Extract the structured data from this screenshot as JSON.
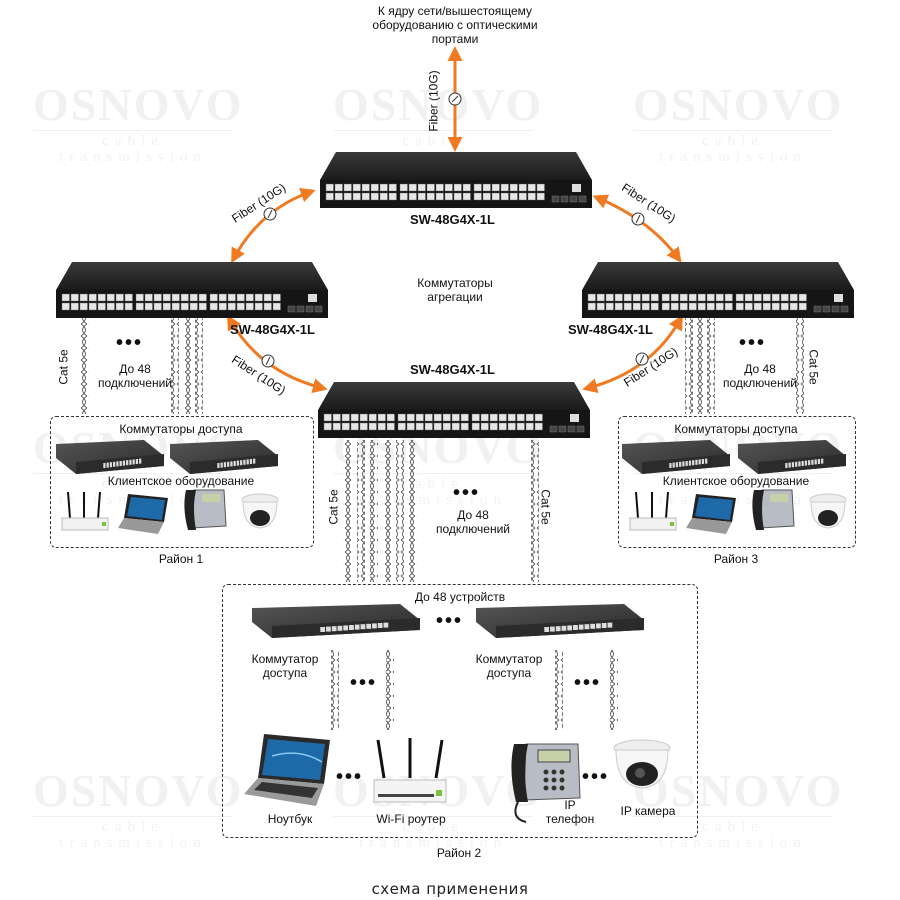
{
  "watermark": {
    "main": "OSNOVO",
    "sub": "cable transmission"
  },
  "top_label": [
    "К ядру сети/вышестоящему",
    "оборудованию с оптическими",
    "портами"
  ],
  "fiber_label": "Fiber (10G)",
  "cat_label": "Cat 5e",
  "aggregation_label": [
    "Коммутаторы",
    "агрегации"
  ],
  "switch_model": "SW-48G4X-1L",
  "connections_label": [
    "До 48",
    "подключений"
  ],
  "districts": [
    {
      "name": "Район 1",
      "access_switches": "Коммутаторы доступа",
      "client_equipment": "Клиентское оборудование"
    },
    {
      "name": "Район 2",
      "devices_label": "До 48  устройств",
      "access_switch": [
        "Коммутатор",
        "доступа"
      ],
      "clients": [
        "Ноутбук",
        "Wi-Fi роутер",
        "IP\nтелефон",
        "IP камера"
      ]
    },
    {
      "name": "Район 3",
      "access_switches": "Коммутаторы доступа",
      "client_equipment": "Клиентское оборудование"
    }
  ],
  "district2_clients": {
    "laptop": "Ноутбук",
    "router": "Wi-Fi роутер",
    "phone_1": "IP",
    "phone_2": "телефон",
    "camera": "IP камера"
  },
  "caption": "схема применения",
  "colors": {
    "fiber": "#f07a22",
    "switch": "#1c1c1c",
    "port": "#e8e8e8"
  }
}
